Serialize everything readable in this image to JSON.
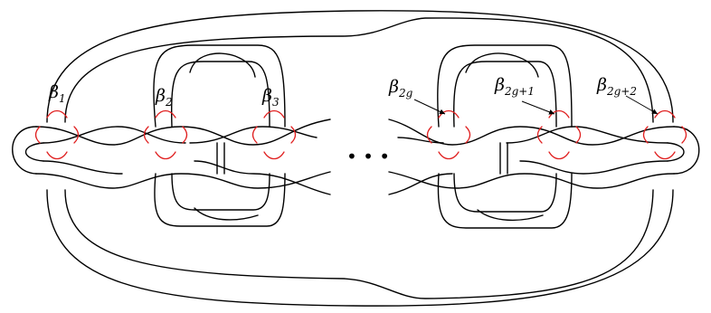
{
  "diagram": {
    "labels": [
      {
        "id": "b1",
        "symbol": "β",
        "sub": "1"
      },
      {
        "id": "b2",
        "symbol": "β",
        "sub": "2"
      },
      {
        "id": "b3",
        "symbol": "β",
        "sub": "3"
      },
      {
        "id": "b2g",
        "symbol": "β",
        "sub": "2g"
      },
      {
        "id": "b2g1",
        "symbol": "β",
        "sub": "2g+1"
      },
      {
        "id": "b2g2",
        "symbol": "β",
        "sub": "2g+2"
      }
    ],
    "ellipsis": "• • •",
    "colors": {
      "strand": "#000000",
      "curve": "#e02020",
      "background": "#ffffff"
    }
  }
}
